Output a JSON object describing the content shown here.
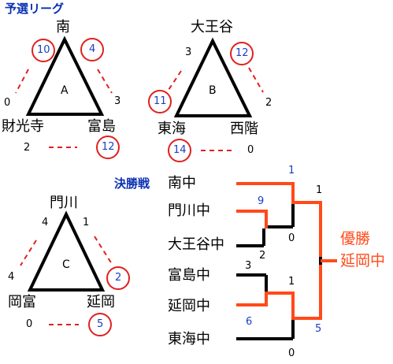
{
  "league": {
    "title": "予選リーグ",
    "groups": [
      {
        "label": "A",
        "teams": {
          "top": "南",
          "left": "財光寺",
          "right": "富島"
        },
        "scores": {
          "top_vs_left": {
            "top": "10",
            "left": "0"
          },
          "top_vs_right": {
            "top": "4",
            "right": "3"
          },
          "left_vs_right": {
            "left": "2",
            "right": "12"
          }
        }
      },
      {
        "label": "B",
        "teams": {
          "top": "大王谷",
          "left": "東海",
          "right": "西階"
        },
        "scores": {
          "top_vs_left": {
            "top": "3",
            "left": "11"
          },
          "top_vs_right": {
            "top": "12",
            "right": "2"
          },
          "left_vs_right": {
            "left": "14",
            "right": "0"
          }
        }
      },
      {
        "label": "C",
        "teams": {
          "top": "門川",
          "left": "岡富",
          "right": "延岡"
        },
        "scores": {
          "top_vs_left": {
            "top": "4",
            "left": "4"
          },
          "top_vs_right": {
            "top": "1",
            "right": "2"
          },
          "left_vs_right": {
            "left": "0",
            "right": "5"
          }
        }
      }
    ]
  },
  "tournament": {
    "title": "決勝戦",
    "teams": [
      "南中",
      "門川中",
      "大王谷中",
      "富島中",
      "延岡中",
      "東海中"
    ],
    "scores": {
      "s1": "1",
      "s2": "9",
      "s3": "0",
      "s4": "2",
      "s5": "1",
      "s6": "3",
      "s7": "1",
      "s8": "6",
      "s9": "5",
      "s10": "0"
    },
    "champion_label": "優勝",
    "champion": "延岡中"
  },
  "colors": {
    "win_line": "#ff4a1a",
    "lose_line": "#000000",
    "circle": "#e02020",
    "winner_score": "#1a3fc0",
    "heading": "#0a2fb4"
  }
}
